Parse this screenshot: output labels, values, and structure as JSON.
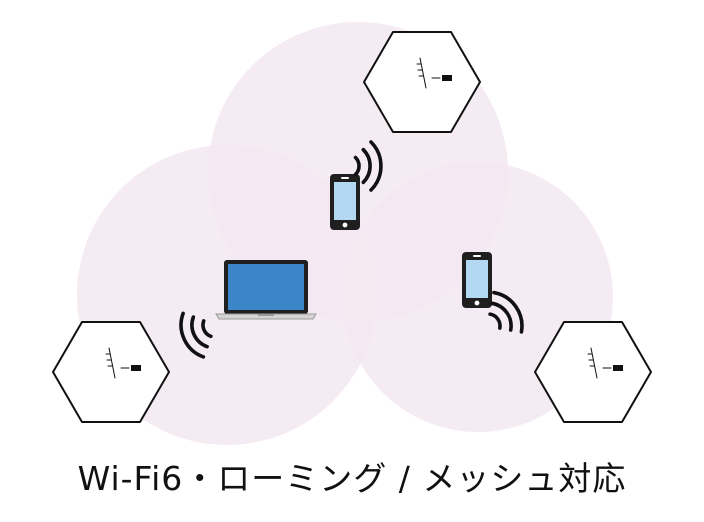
{
  "caption": "Wi-Fi6・ローミング / メッシュ対応",
  "colors": {
    "coverage_fill": "#f3e8f1",
    "device_outline": "#111111",
    "phone_screen": "#b3d9f2",
    "laptop_screen": "#3b86c9",
    "laptop_frame": "#1f1f1f",
    "laptop_base": "#d4d4d4"
  },
  "nodes": [
    {
      "id": "router-top",
      "icon": "mesh-router-icon"
    },
    {
      "id": "router-left",
      "icon": "mesh-router-icon"
    },
    {
      "id": "router-right",
      "icon": "mesh-router-icon"
    }
  ],
  "clients": [
    {
      "id": "phone-top",
      "icon": "smartphone-icon"
    },
    {
      "id": "phone-right",
      "icon": "smartphone-icon"
    },
    {
      "id": "laptop",
      "icon": "laptop-icon"
    }
  ],
  "signals": [
    {
      "id": "signal-phone-top",
      "icon": "wifi-signal-icon"
    },
    {
      "id": "signal-phone-right",
      "icon": "wifi-signal-icon"
    },
    {
      "id": "signal-laptop",
      "icon": "wifi-signal-icon"
    }
  ]
}
